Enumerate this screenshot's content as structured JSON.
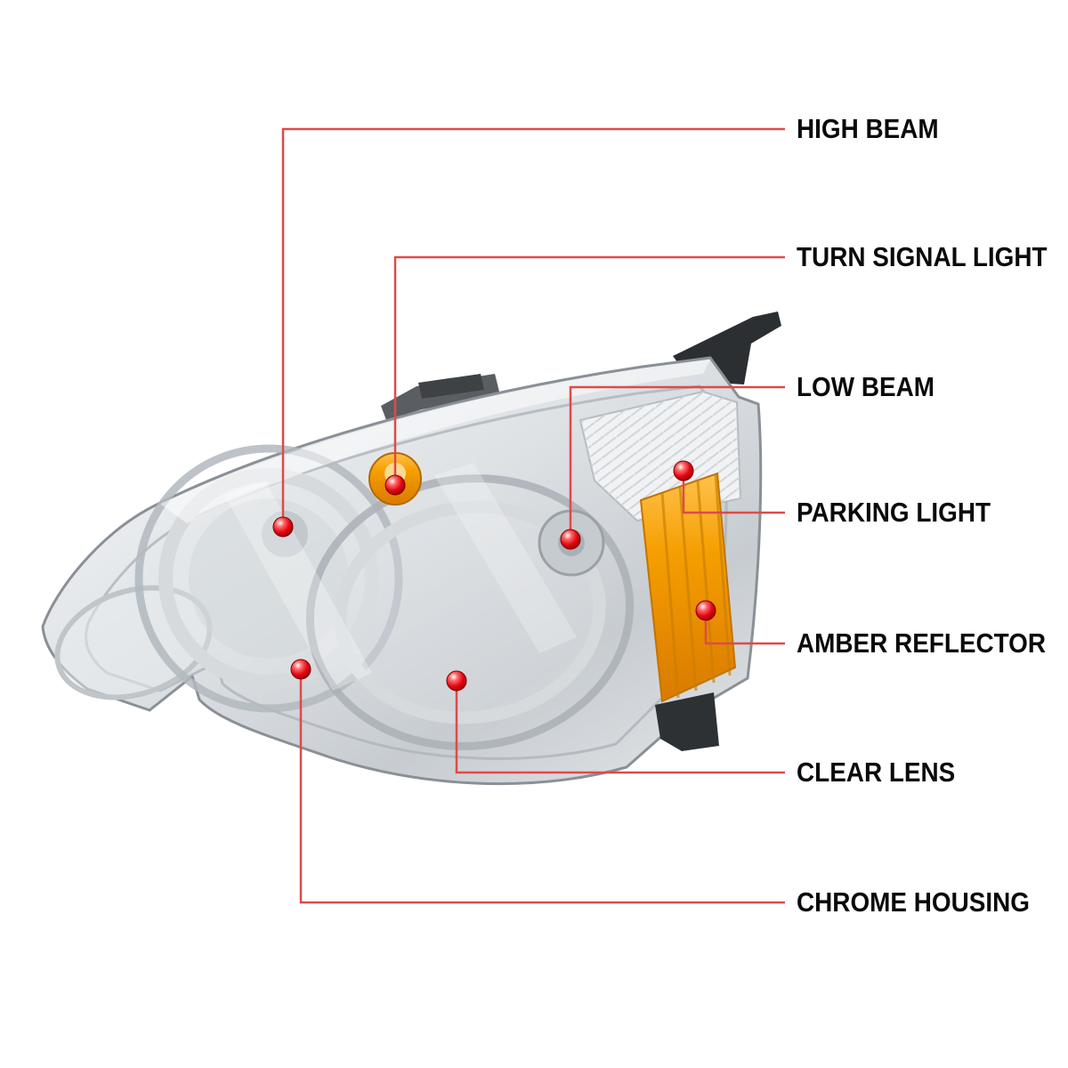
{
  "diagram": {
    "labels": [
      {
        "text": "HIGH BEAM"
      },
      {
        "text": "TURN SIGNAL LIGHT"
      },
      {
        "text": "LOW BEAM"
      },
      {
        "text": "PARKING LIGHT"
      },
      {
        "text": "AMBER REFLECTOR"
      },
      {
        "text": "CLEAR LENS"
      },
      {
        "text": "CHROME HOUSING"
      }
    ]
  },
  "colors": {
    "accent": "#de4a4a",
    "marker": "#e30613",
    "amber": "#f59e00",
    "chrome": "#dfe3e6",
    "background": "#ffffff",
    "label_text": "#0a0a0a"
  }
}
